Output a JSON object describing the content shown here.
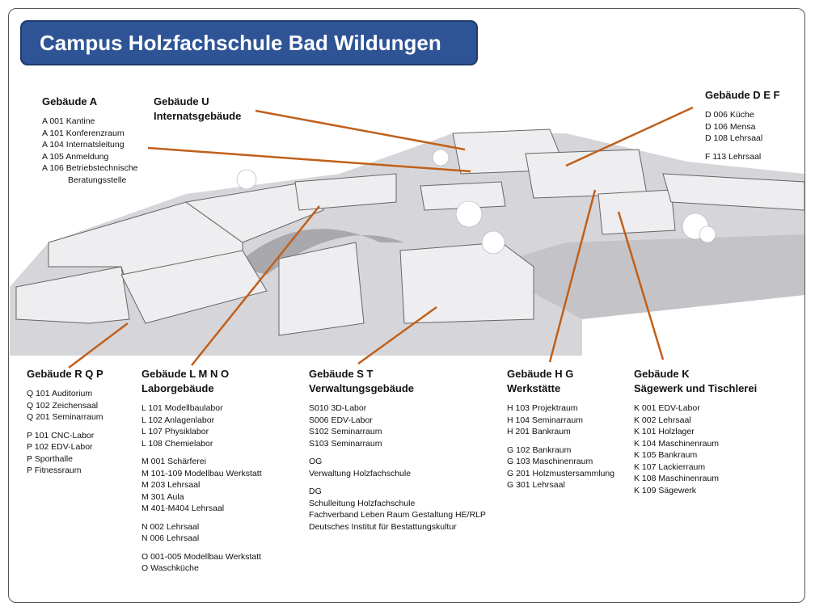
{
  "title": "Campus Holzfachschule Bad Wildungen",
  "colors": {
    "banner": "#2e5496",
    "leader_line": "#c0601a"
  },
  "buildings": {
    "A": {
      "heading": "Gebäude A",
      "rooms": [
        "A 001 Kantine",
        "A 101 Konferenzraum",
        "A 104 Internatsleitung",
        "A 105 Anmeldung",
        "A 106 Betriebstechnische"
      ],
      "cont": "Beratungsstelle"
    },
    "U": {
      "heading": "Gebäude U",
      "subtitle": "Internatsgebäude"
    },
    "DEF": {
      "heading": "Gebäude D E F",
      "rooms": [
        "D 006 Küche",
        "D 106 Mensa",
        "D 108 Lehrsaal"
      ],
      "rooms2": [
        "F 113 Lehrsaal"
      ]
    },
    "RQP": {
      "heading": "Gebäude R Q P",
      "rooms": [
        "Q 101 Auditorium",
        "Q 102 Zeichensaal",
        "Q 201 Seminarraum"
      ],
      "rooms2": [
        "P 101 CNC-Labor",
        "P 102 EDV-Labor",
        "P Sporthalle",
        "P Fitnessraum"
      ]
    },
    "LMNO": {
      "heading": "Gebäude L M N O",
      "subtitle": "Laborgebäude",
      "rooms": [
        "L 101 Modellbaulabor",
        "L 102 Anlagenlabor",
        "L 107 Physiklabor",
        "L 108 Chemielabor"
      ],
      "rooms2": [
        "M 001 Schärferei",
        "M 101-109 Modellbau Werkstatt",
        "M 203 Lehrsaal",
        "M 301 Aula",
        "M 401-M404 Lehrsaal"
      ],
      "rooms3": [
        "N 002 Lehrsaal",
        "N 006 Lehrsaal"
      ],
      "rooms4": [
        "O 001-005 Modellbau Werkstatt",
        "O Waschküche"
      ]
    },
    "ST": {
      "heading": "Gebäude S T",
      "subtitle": "Verwaltungsgebäude",
      "rooms": [
        "S010 3D-Labor",
        "S006 EDV-Labor",
        "S102 Seminarraum",
        "S103 Seminarraum"
      ],
      "rooms2": [
        "OG",
        "Verwaltung Holzfachschule"
      ],
      "rooms3": [
        "DG",
        "Schulleitung Holzfachschule",
        "Fachverband Leben Raum Gestaltung HE/RLP",
        "Deutsches Institut für Bestattungskultur"
      ]
    },
    "HG": {
      "heading": "Gebäude H G",
      "subtitle": "Werkstätte",
      "rooms": [
        "H 103 Projektraum",
        "H 104 Seminarraum",
        "H 201 Bankraum"
      ],
      "rooms2": [
        "G 102 Bankraum",
        "G 103 Maschinenraum",
        "G 201 Holzmustersammlung",
        "G 301 Lehrsaal"
      ]
    },
    "K": {
      "heading": "Gebäude K",
      "subtitle": "Sägewerk und Tischlerei",
      "rooms": [
        "K 001 EDV-Labor",
        "K 002 Lehrsaal",
        "K 101 Holzlager",
        "K 104 Maschinenraum",
        "K 105 Bankraum",
        "K 107 Lackierraum",
        "K 108 Maschinenraum",
        "K 109 Sägewerk"
      ]
    }
  }
}
